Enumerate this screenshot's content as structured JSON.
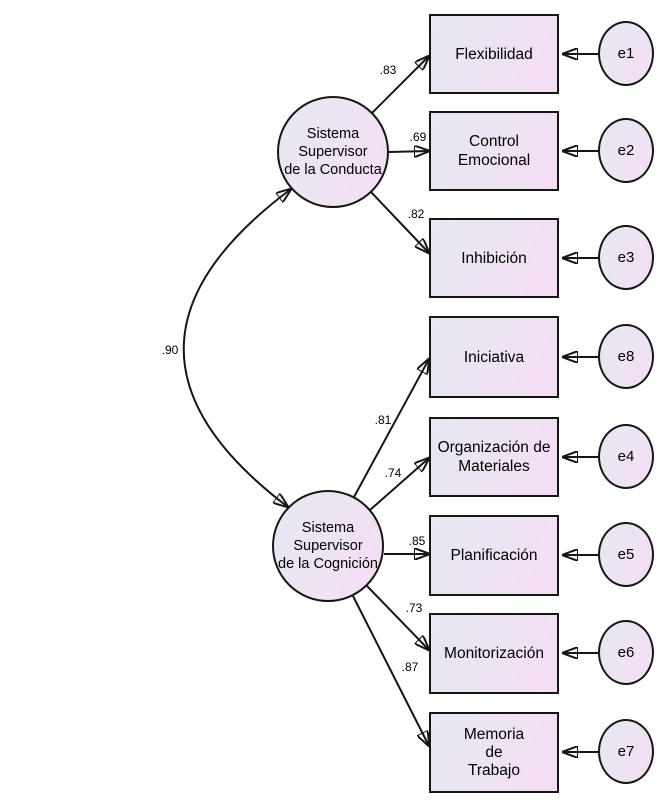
{
  "diagram": {
    "type": "SEM path diagram (confirmatory factor analysis)",
    "latent_variables": [
      {
        "id": "conducta",
        "label": "Sistema\nSupervisor\nde la Conducta"
      },
      {
        "id": "cognicion",
        "label": "Sistema\nSupervisor\nde la Cognición"
      }
    ],
    "covariance": {
      "between": [
        "conducta",
        "cognicion"
      ],
      "value": ".90"
    },
    "indicators": [
      {
        "label": "Flexibilidad",
        "latent": "conducta",
        "loading": ".83",
        "error": "e1"
      },
      {
        "label": "Control\nEmocional",
        "latent": "conducta",
        "loading": ".69",
        "error": "e2"
      },
      {
        "label": "Inhibición",
        "latent": "conducta",
        "loading": ".82",
        "error": "e3"
      },
      {
        "label": "Iniciativa",
        "latent": "cognicion",
        "loading": ".81",
        "error": "e8"
      },
      {
        "label": "Organización de\nMateriales",
        "latent": "cognicion",
        "loading": ".74",
        "error": "e4"
      },
      {
        "label": "Planificación",
        "latent": "cognicion",
        "loading": ".85",
        "error": "e5"
      },
      {
        "label": "Monitorización",
        "latent": "cognicion",
        "loading": ".73",
        "error": "e6"
      },
      {
        "label": "Memoria\nde\nTrabajo",
        "latent": "cognicion",
        "loading": ".87",
        "error": "e7"
      }
    ],
    "colors": {
      "fill_gradient_start": "#e7e8f0",
      "fill_gradient_end": "#f6dcf7",
      "stroke": "#161616",
      "text": "#000000",
      "background": "#ffffff"
    }
  }
}
